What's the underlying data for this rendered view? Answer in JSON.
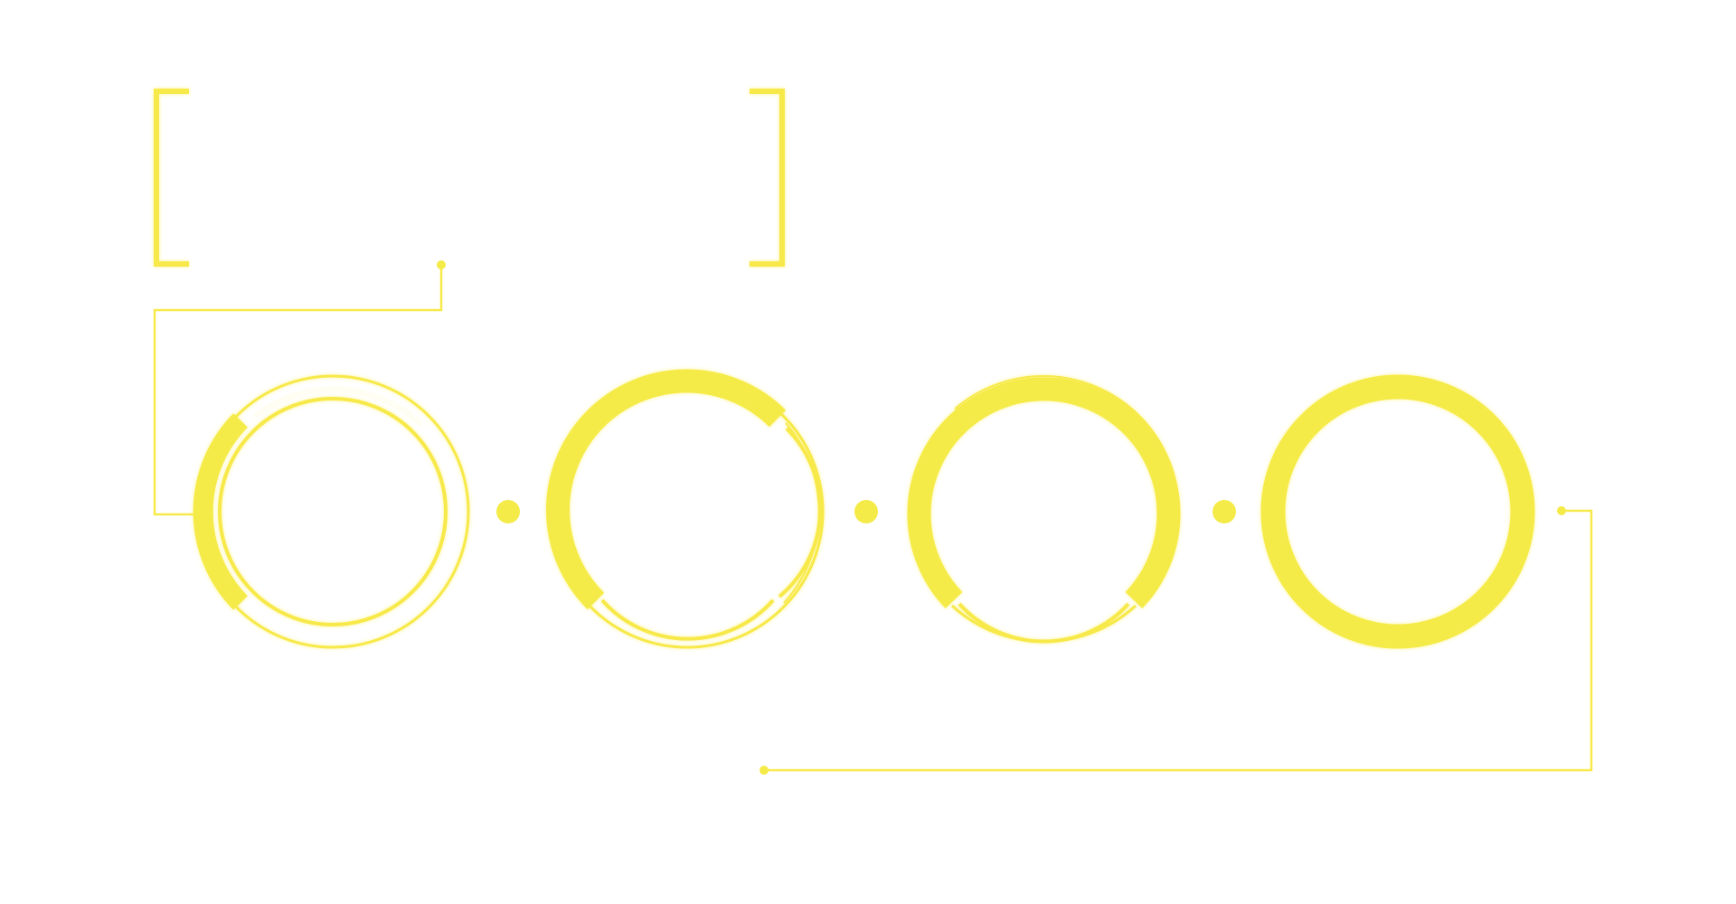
{
  "diagram": {
    "accent_color": "#f5eb48",
    "line_color": "#f7e94a",
    "background_color": "#ffffff",
    "step_count": 4,
    "steps": [
      {
        "id": "step-1",
        "style": "thin-double-ring"
      },
      {
        "id": "step-2",
        "style": "thick-ring-with-arc"
      },
      {
        "id": "step-3",
        "style": "thick-ring-with-arc"
      },
      {
        "id": "step-4",
        "style": "thick-ring"
      }
    ]
  }
}
